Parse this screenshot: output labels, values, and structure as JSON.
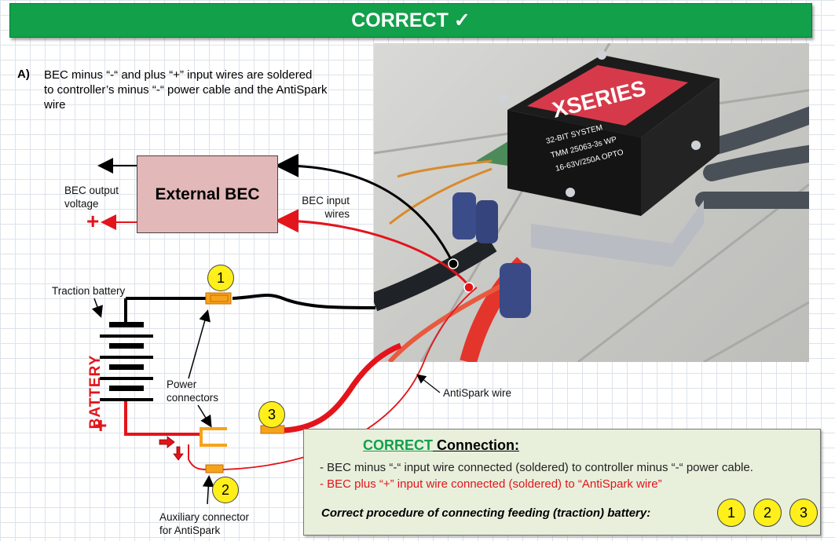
{
  "banner": {
    "title": "CORRECT ✓"
  },
  "intro": {
    "letter": "A)",
    "line1": "BEC minus “-“ and plus “+” input wires are soldered",
    "line2": "to controller’s minus “-“ power cable and the AntiSpark",
    "line3": "wire"
  },
  "bec": {
    "title": "External BEC",
    "output_line1": "BEC output",
    "output_line2": "voltage",
    "input_line1": "BEC input",
    "input_line2": "wires",
    "plus": "+"
  },
  "photo_labels": {
    "series": "XSERIES",
    "system": "32-BIT SYSTEM",
    "model": "TMM 25063-3s WP",
    "rating": "16-63V/250A OPTO"
  },
  "battery": {
    "title": "Traction battery",
    "word": "BATTERY",
    "plus": "+"
  },
  "labels": {
    "power_line1": "Power",
    "power_line2": "connectors",
    "antispark": "AntiSpark wire",
    "aux_line1": "Auxiliary connector",
    "aux_line2": "for AntiSpark"
  },
  "markers": [
    "1",
    "2",
    "3"
  ],
  "info": {
    "title_green": "CORRECT",
    "title_rest": " Connection:",
    "line1": "- BEC minus “-“ input wire connected (soldered) to controller minus “-“ power cable.",
    "line2": "- BEC plus “+” input wire connected (soldered) to “AntiSpark wire”",
    "procedure": "Correct procedure of connecting feeding (traction) battery:",
    "steps": [
      "1",
      "2",
      "3"
    ]
  },
  "colors": {
    "banner": "#12a04a",
    "red": "#e3141b",
    "bec_box": "#e3b8b9",
    "marker": "#ffef1a",
    "info_bg": "#e8f0dc"
  }
}
